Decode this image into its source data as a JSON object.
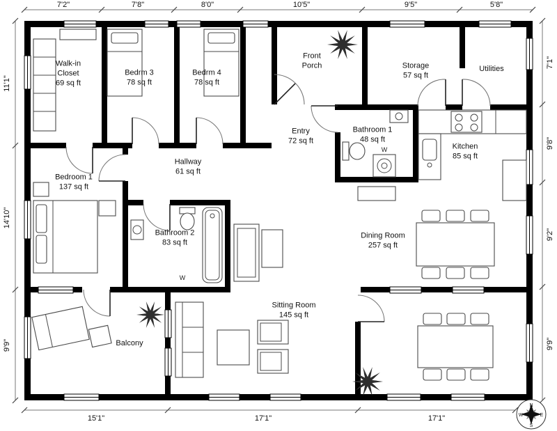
{
  "dimensions": {
    "top": [
      "7'2\"",
      "7'8\"",
      "8'0\"",
      "10'5\"",
      "9'5\"",
      "5'8\""
    ],
    "left": [
      "11'1\"",
      "14'10\"",
      "9'9\""
    ],
    "right": [
      "7'1\"",
      "9'8\"",
      "9'2\"",
      "9'9\""
    ],
    "bottom": [
      "15'1\"",
      "17'1\"",
      "17'1\""
    ]
  },
  "rooms": [
    {
      "name": "Walk-in Closet",
      "area": "69 sq ft"
    },
    {
      "name": "Bedrm 3",
      "area": "78 sq ft"
    },
    {
      "name": "Bedrm 4",
      "area": "78 sq ft"
    },
    {
      "name": "Front Porch",
      "area": ""
    },
    {
      "name": "Storage",
      "area": "57 sq ft"
    },
    {
      "name": "Utilities",
      "area": ""
    },
    {
      "name": "Entry",
      "area": "72 sq ft"
    },
    {
      "name": "Bathroom 1",
      "area": "48 sq ft"
    },
    {
      "name": "Kitchen",
      "area": "85 sq ft"
    },
    {
      "name": "Bedroom 1",
      "area": "137 sq ft"
    },
    {
      "name": "Hallway",
      "area": "61 sq ft"
    },
    {
      "name": "Bathroom 2",
      "area": "83 sq ft"
    },
    {
      "name": "Dining Room",
      "area": "257 sq ft"
    },
    {
      "name": "Sitting Room",
      "area": "145 sq ft"
    },
    {
      "name": "Balcony",
      "area": ""
    }
  ],
  "symbols": {
    "washer": "W"
  },
  "compass": {
    "n": "N",
    "e": "E",
    "s": "S",
    "w": "W"
  },
  "colors": {
    "wall": "#000000",
    "background": "#ffffff",
    "furniture": "#4a4a4a",
    "text": "#111111"
  }
}
